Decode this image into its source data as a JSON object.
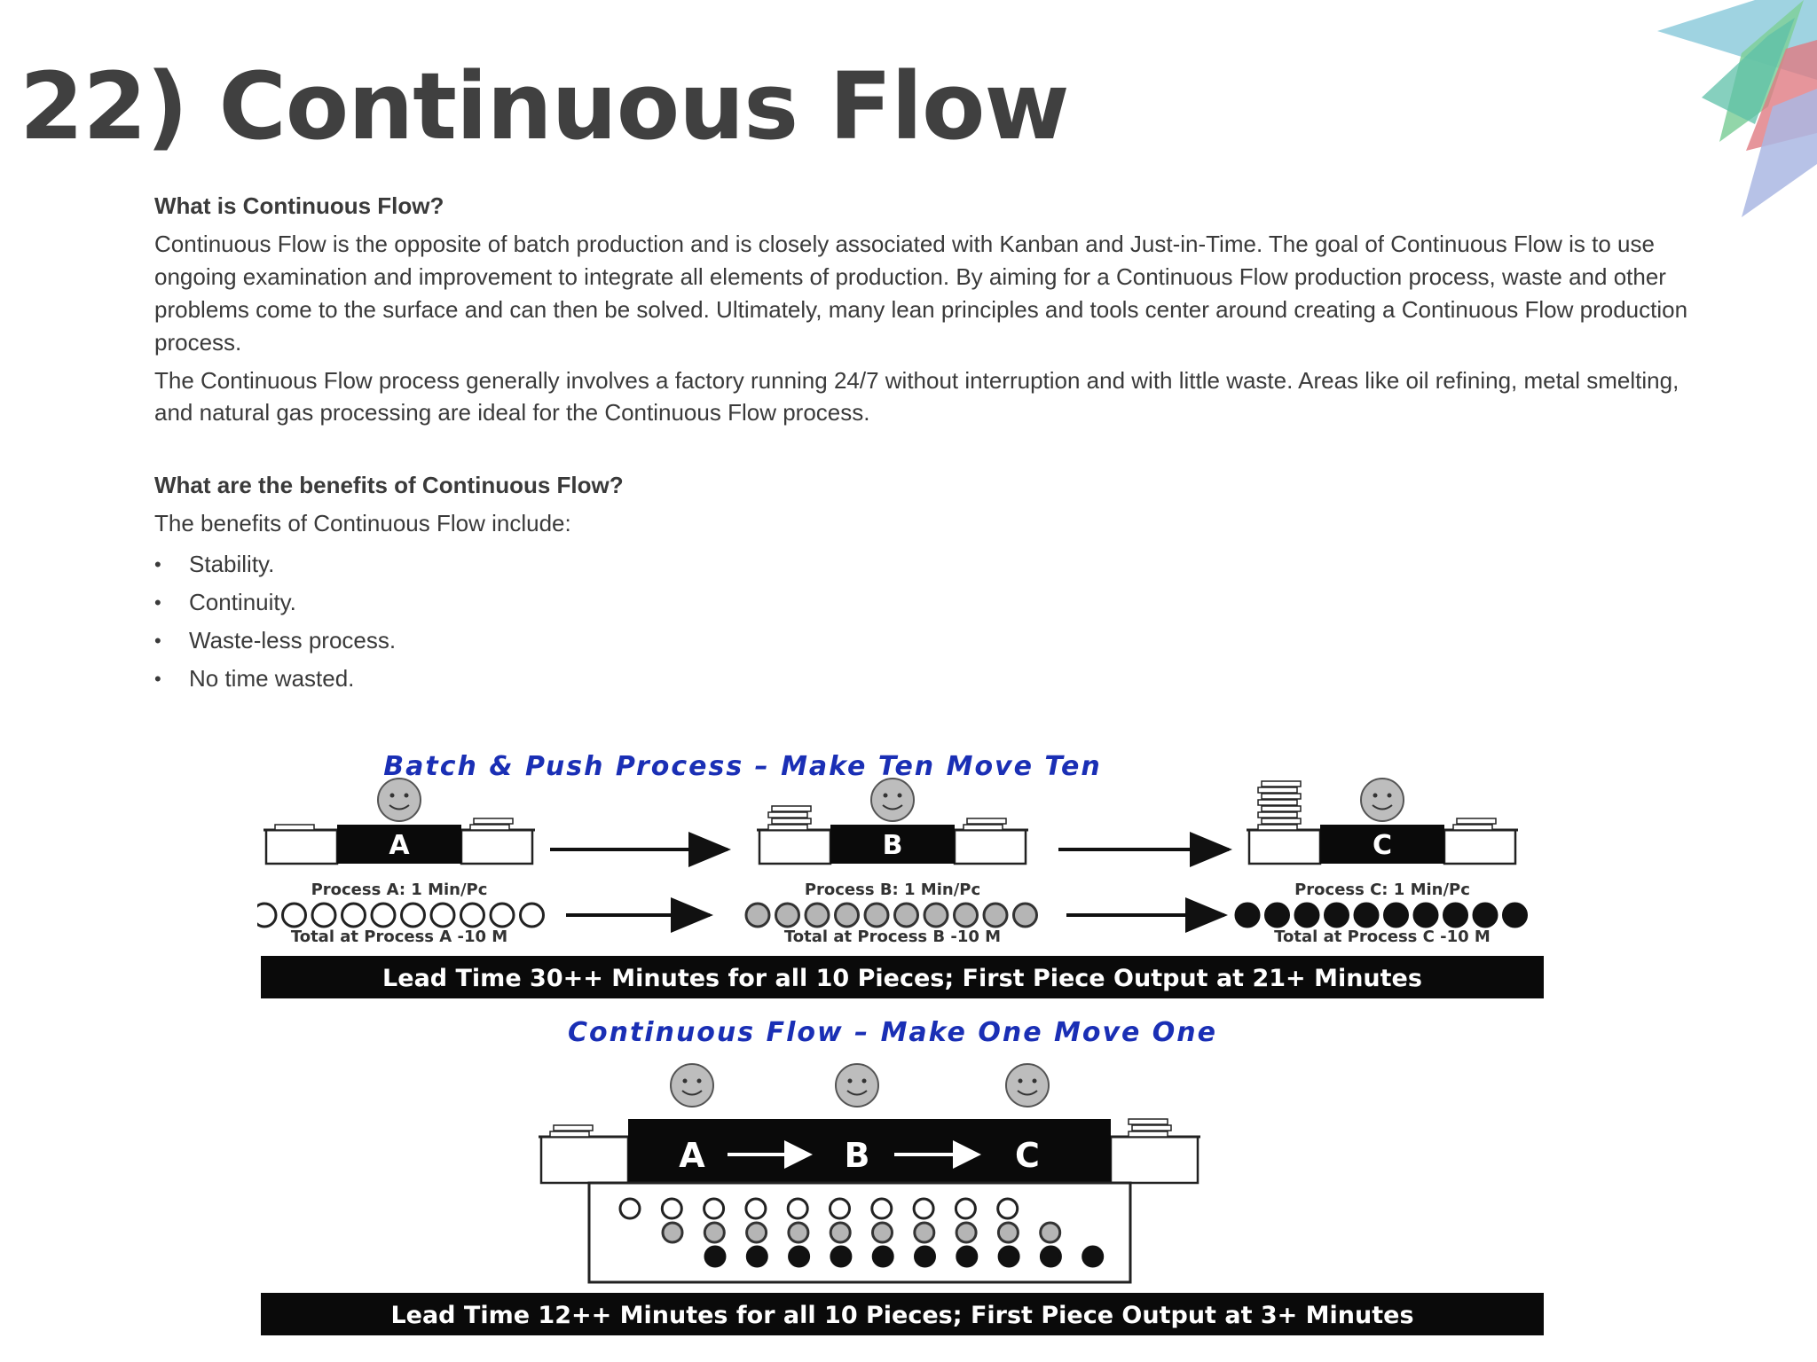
{
  "slide": {
    "title": "22) Continuous Flow"
  },
  "section1": {
    "heading": "What is Continuous Flow?",
    "paragraph1": "Continuous Flow is the opposite of batch production and is closely associated with Kanban and Just-in-Time. The goal of Continuous Flow is to use ongoing examination and improvement to integrate all elements of production. By aiming for a Continuous Flow production process, waste and other problems come to the surface and can then be solved. Ultimately, many lean principles and tools center around creating a Continuous Flow production process.",
    "paragraph2": "The Continuous Flow process generally involves a factory running 24/7 without interruption and with little waste. Areas like oil refining, metal smelting, and natural gas processing are ideal for the Continuous Flow process."
  },
  "section2": {
    "heading": "What are the benefits of Continuous Flow?",
    "intro": "The benefits of Continuous Flow include:",
    "items": [
      "Stability.",
      "Continuity.",
      "Waste-less process.",
      "No time wasted."
    ]
  },
  "diagram": {
    "batch": {
      "title": "Batch & Push Process – Make Ten Move Ten",
      "stations": [
        {
          "letter": "A",
          "rate": "Process A: 1 Min/Pc",
          "total": "Total at Process A -10 M",
          "fill": "open"
        },
        {
          "letter": "B",
          "rate": "Process B: 1 Min/Pc",
          "total": "Total at Process B -10 M",
          "fill": "gray"
        },
        {
          "letter": "C",
          "rate": "Process C: 1 Min/Pc",
          "total": "Total at Process C -10 M",
          "fill": "solid"
        }
      ],
      "pieces_per_station": 10,
      "lead_time": "Lead Time 30++ Minutes for all 10 Pieces;  First Piece Output at 21+ Minutes"
    },
    "flow": {
      "title": "Continuous Flow – Make One Move One",
      "cell_letters": [
        "A",
        "B",
        "C"
      ],
      "piece_rows": 3,
      "pieces_per_row": 10,
      "lead_time": "Lead Time 12++ Minutes for all 10 Pieces;  First Piece Output at 3+ Minutes"
    },
    "colors": {
      "title_blue": "#1a2fb5",
      "bar_black": "#0a0a0a",
      "face_gray": "#bdbdbd",
      "piece_gray": "#b5b5b5"
    }
  },
  "logo": {
    "icon": "star-burst-logo"
  }
}
